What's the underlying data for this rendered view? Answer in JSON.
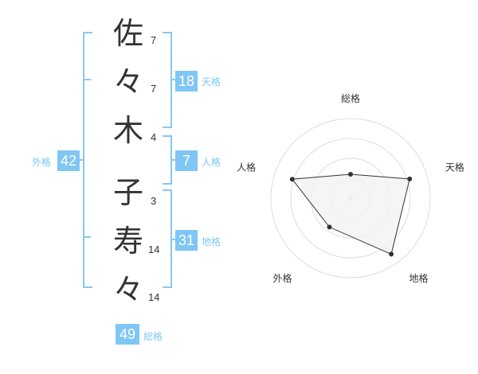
{
  "name_characters": [
    {
      "char": "佐",
      "strokes": "7"
    },
    {
      "char": "々",
      "strokes": "7"
    },
    {
      "char": "木",
      "strokes": "4"
    },
    {
      "char": "子",
      "strokes": "3"
    },
    {
      "char": "寿",
      "strokes": "14"
    },
    {
      "char": "々",
      "strokes": "14"
    }
  ],
  "fortune": {
    "tenkaku": {
      "label": "天格",
      "value": "18"
    },
    "jinkaku": {
      "label": "人格",
      "value": "7"
    },
    "chikaku": {
      "label": "地格",
      "value": "31"
    },
    "gaikaku": {
      "label": "外格",
      "value": "42"
    },
    "soukaku": {
      "label": "総格",
      "value": "49"
    }
  },
  "radar": {
    "axes": [
      "総格",
      "天格",
      "地格",
      "外格",
      "人格"
    ],
    "values": [
      0.3,
      0.78,
      0.87,
      0.45,
      0.77
    ],
    "rings": 4,
    "colors": {
      "ring": "#dddddd",
      "fill": "#f2f2f2",
      "line": "#333333",
      "center": "#cccccc"
    }
  },
  "colors": {
    "accent": "#7fc6f4",
    "bracket": "#8ac6f1",
    "text": "#333333"
  }
}
